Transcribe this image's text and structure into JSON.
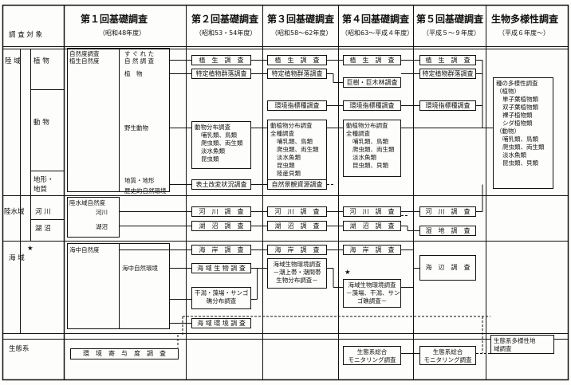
{
  "headers": {
    "subject": "調 査 対 象",
    "s1": {
      "title": "第１回基礎調査",
      "sub": "（昭和48年度）"
    },
    "s2": {
      "title": "第２回基礎調査",
      "sub": "（昭和53・54年度）"
    },
    "s3": {
      "title": "第３回基礎調査",
      "sub": "（昭和58～62年度）"
    },
    "s4": {
      "title": "第４回基礎調査",
      "sub": "（昭和63～平成４年度）"
    },
    "s5": {
      "title": "第５回基礎調査",
      "sub": "（平成５～９年度）"
    },
    "s6": {
      "title": "生物多様性調査",
      "sub": "（平成６年度～）"
    }
  },
  "rows": {
    "land": "陸 域",
    "plants": "植 物",
    "animals": "動 物",
    "geo": [
      "地形・",
      "地質"
    ],
    "inland": "陸水域",
    "river": "河 川",
    "lake": "湖 沼",
    "sea": "海 域",
    "star": "★",
    "eco": "生態系"
  },
  "s1": {
    "nature": [
      "自然度調査",
      "植生自然度"
    ],
    "sugureta": [
      "す ぐ れ た",
      "自 然 調 査"
    ],
    "plants": "植　物",
    "wild": "野生動物",
    "geo": [
      "地質・地形",
      "歴史的自然環境"
    ],
    "inland": [
      "陸水域自然度",
      "河川",
      "湖沼"
    ],
    "sea": "海中自然度",
    "seaenv": "海中自然環境",
    "env": "環　境　寄　与　度　調　査"
  },
  "s2": {
    "veg": "植　生　調　査",
    "spec": "特定植物群落調査",
    "animals": [
      "動物分布調査",
      "哺乳類、鳥類",
      "爬虫類、両生類",
      "淡水魚類",
      "昆虫類"
    ],
    "soil": "表土改変状況調査",
    "river": "河　川　調　査",
    "lake": "湖　沼　調　査",
    "coast": "海　岸　調　査",
    "marine": "海 域 生 物 調 査",
    "tidal": [
      "干潟・藻場・サンゴ",
      "礁分布調査"
    ],
    "seaenv": "海 域 環 境 調 査"
  },
  "s3": {
    "veg": "植　生　調　査",
    "spec": "特定植物群落調査",
    "indicator": "環境指標種調査",
    "animals": [
      "動植物分布調査",
      "全種調査",
      "哺乳類、鳥類",
      "爬虫類、両生類",
      "淡水魚類",
      "昆虫類",
      "陸産貝類"
    ],
    "landscape": "自然景観資源調査",
    "river": "河　川　調　査",
    "lake": "湖　沼　調　査",
    "coast": "海　岸　調　査",
    "marine": [
      "海域生物環境調査",
      "－潮上帯・潮間帯",
      "生物分布調査－"
    ]
  },
  "s4": {
    "veg": "植　生　調　査",
    "giant": "巨樹・巨木林調査",
    "indicator": "環境指標種調査",
    "animals": [
      "動植物分布調査",
      "全種調査",
      "哺乳類、鳥類",
      "爬虫類、両生類",
      "淡水魚類",
      "昆虫類、貝類"
    ],
    "river": "河　川　調　査",
    "lake": "湖　沼　調　査",
    "coast": "海　岸　調　査",
    "star": "★",
    "marine": [
      "海域生物環境調査",
      "－藻場、干潟、サン",
      "ゴ礁調査－"
    ],
    "eco": [
      "生態系総合",
      "モニタリング調査"
    ]
  },
  "s5": {
    "veg": "植　生　調　査",
    "spec": "特定植物群落調査",
    "indicator": "環境指標種調査",
    "river": "河　川　調　査",
    "wetland": "湿　地　調　査",
    "shore": "海　辺　調　査",
    "eco": [
      "生態系総合",
      "モニタリング調査"
    ]
  },
  "s6": {
    "species": [
      "種の多様性調査",
      "（植物）",
      "単子葉植物類",
      "双子葉植物類",
      "裸子植物類",
      "シダ植物類",
      "（動物）",
      "哺乳類、鳥類",
      "爬虫類、両生類",
      "淡水魚類",
      "昆虫類、貝類"
    ],
    "eco": [
      "生態系多様性地",
      "域調査"
    ]
  }
}
